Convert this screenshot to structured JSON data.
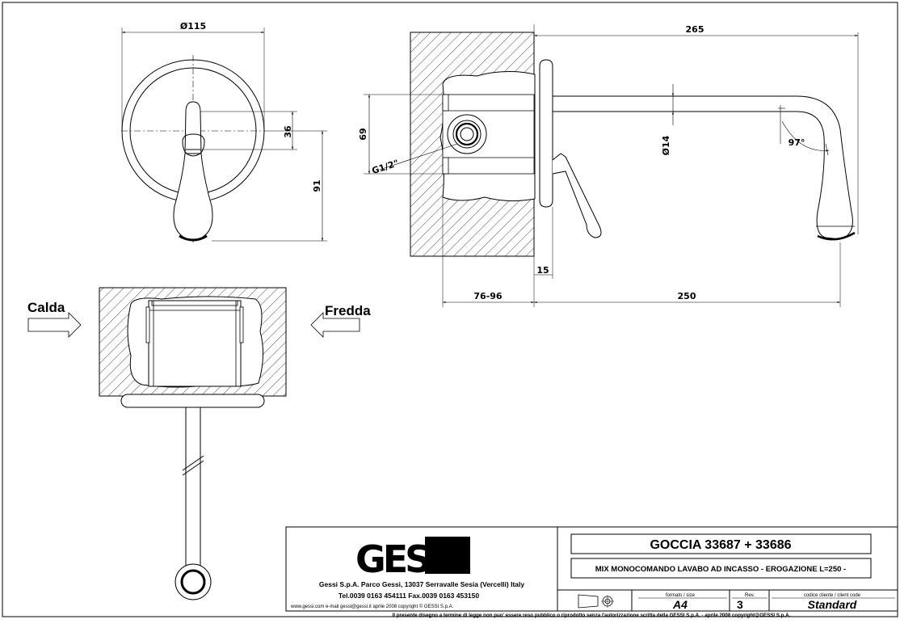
{
  "front_view": {
    "dia_label": "Ø115",
    "dim_36": "36",
    "dim_91": "91"
  },
  "side_view": {
    "dim_265": "265",
    "dim_69": "69",
    "thread_label": "G1/2\"",
    "dim_dia14": "Ø14",
    "angle_label": "97°",
    "dim_15": "15",
    "dim_76_96": "76-96",
    "dim_250": "250"
  },
  "plan_view": {
    "hot_label": "Calda",
    "cold_label": "Fredda"
  },
  "title_block": {
    "logo_text": "GESSI",
    "company_line": "Gessi S.p.A. Parco Gessi, 13037 Serravalle Sesia (Vercelli) Italy",
    "phone_line": "Tel.0039  0163  454111  Fax.0039  0163  453150",
    "web_line": "www.gessi.com  e-mail  gessi@gessi.it     aprile 2008     copyright © GESSI  S.p.A.",
    "product_title": "GOCCIA  33687 + 33686",
    "product_desc": "MIX MONOCOMANDO LAVABO AD INCASSO - EROGAZIONE L=250 -",
    "format_label": "formato / size",
    "format_value": "A4",
    "rev_label": "Rev.",
    "rev_value": "3",
    "client_code_label": "codice cliente / client code",
    "client_code_value": "Standard",
    "footer_note": "Il  presente  disegno  a  termine  di  legge  non  puo'  essere  reso  pubblico  o  riprodotto  senza  l'autorizzazione  scritta  della  GESSI  S.p.A.  -  aprile  2008   copyright@GESSI  S.p.A."
  }
}
